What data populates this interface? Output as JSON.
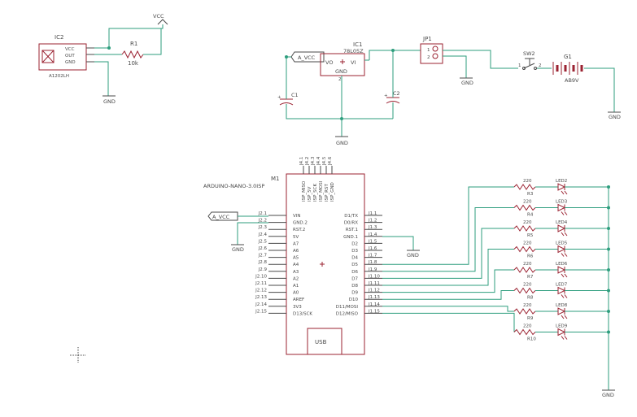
{
  "ic2": {
    "name": "IC2",
    "part": "A1202LH",
    "pins": [
      "VCC",
      "OUT",
      "GND"
    ]
  },
  "r1": {
    "name": "R1",
    "value": "10k"
  },
  "vcc": {
    "label": "VCC"
  },
  "gnd": {
    "label": "GND"
  },
  "ic1": {
    "name": "IC1",
    "part": "78L05Z",
    "vo": "VO",
    "vi": "VI",
    "gnd": "GND",
    "pin": "2"
  },
  "c1": {
    "name": "C1"
  },
  "c2": {
    "name": "C2"
  },
  "jp1": {
    "name": "JP1",
    "pin1": "1",
    "pin2": "2"
  },
  "sw2": {
    "name": "SW2",
    "pin1": "1",
    "pin2": "2"
  },
  "g1": {
    "name": "G1",
    "part": "AB9V"
  },
  "avcc": {
    "label": "A_VCC"
  },
  "m1": {
    "name": "M1",
    "part": "ARDUINO-NANO-3.0ISP",
    "usb": "USB",
    "top_pins": [
      "J4.1",
      "J4.2",
      "J4.3",
      "J4.4",
      "J4.5",
      "J4.6"
    ],
    "top_names": [
      "ISP_MISO",
      "ISP_5V",
      "ISP_SCK",
      "ISP_MOSI",
      "ISP_RST",
      "ISP_GND"
    ],
    "left_pins": [
      {
        "pad": "J2.1",
        "name": "VIN"
      },
      {
        "pad": "J2.2",
        "name": "GND.2"
      },
      {
        "pad": "J2.3",
        "name": "RST.2"
      },
      {
        "pad": "J2.4",
        "name": "5V"
      },
      {
        "pad": "J2.5",
        "name": "A7"
      },
      {
        "pad": "J2.6",
        "name": "A6"
      },
      {
        "pad": "J2.7",
        "name": "A5"
      },
      {
        "pad": "J2.8",
        "name": "A4"
      },
      {
        "pad": "J2.9",
        "name": "A3"
      },
      {
        "pad": "J2.10",
        "name": "A2"
      },
      {
        "pad": "J2.11",
        "name": "A1"
      },
      {
        "pad": "J2.12",
        "name": "A0"
      },
      {
        "pad": "J2.13",
        "name": "AREF"
      },
      {
        "pad": "J2.14",
        "name": "3V3"
      },
      {
        "pad": "J2.15",
        "name": "D13/SCK"
      }
    ],
    "right_pins": [
      {
        "pad": "J1.1",
        "name": "D1/TX"
      },
      {
        "pad": "J1.2",
        "name": "D0/RX"
      },
      {
        "pad": "J1.3",
        "name": "RST.1"
      },
      {
        "pad": "J1.4",
        "name": "GND.1"
      },
      {
        "pad": "J1.5",
        "name": "D2"
      },
      {
        "pad": "J1.6",
        "name": "D3"
      },
      {
        "pad": "J1.7",
        "name": "D4"
      },
      {
        "pad": "J1.8",
        "name": "D5"
      },
      {
        "pad": "J1.9",
        "name": "D6"
      },
      {
        "pad": "J1.10",
        "name": "D7"
      },
      {
        "pad": "J1.11",
        "name": "D8"
      },
      {
        "pad": "J1.12",
        "name": "D9"
      },
      {
        "pad": "J1.13",
        "name": "D10"
      },
      {
        "pad": "J1.14",
        "name": "D11/MOSI"
      },
      {
        "pad": "J1.15",
        "name": "D12/MISO"
      }
    ]
  },
  "led_rows": [
    {
      "res": "R3",
      "val": "220",
      "led": "LED2"
    },
    {
      "res": "R4",
      "val": "220",
      "led": "LED3"
    },
    {
      "res": "R5",
      "val": "220",
      "led": "LED4"
    },
    {
      "res": "R6",
      "val": "220",
      "led": "LED5"
    },
    {
      "res": "R7",
      "val": "220",
      "led": "LED6"
    },
    {
      "res": "R8",
      "val": "220",
      "led": "LED7"
    },
    {
      "res": "R9",
      "val": "220",
      "led": "LED8"
    },
    {
      "res": "R10",
      "val": "220",
      "led": "LED9"
    }
  ]
}
